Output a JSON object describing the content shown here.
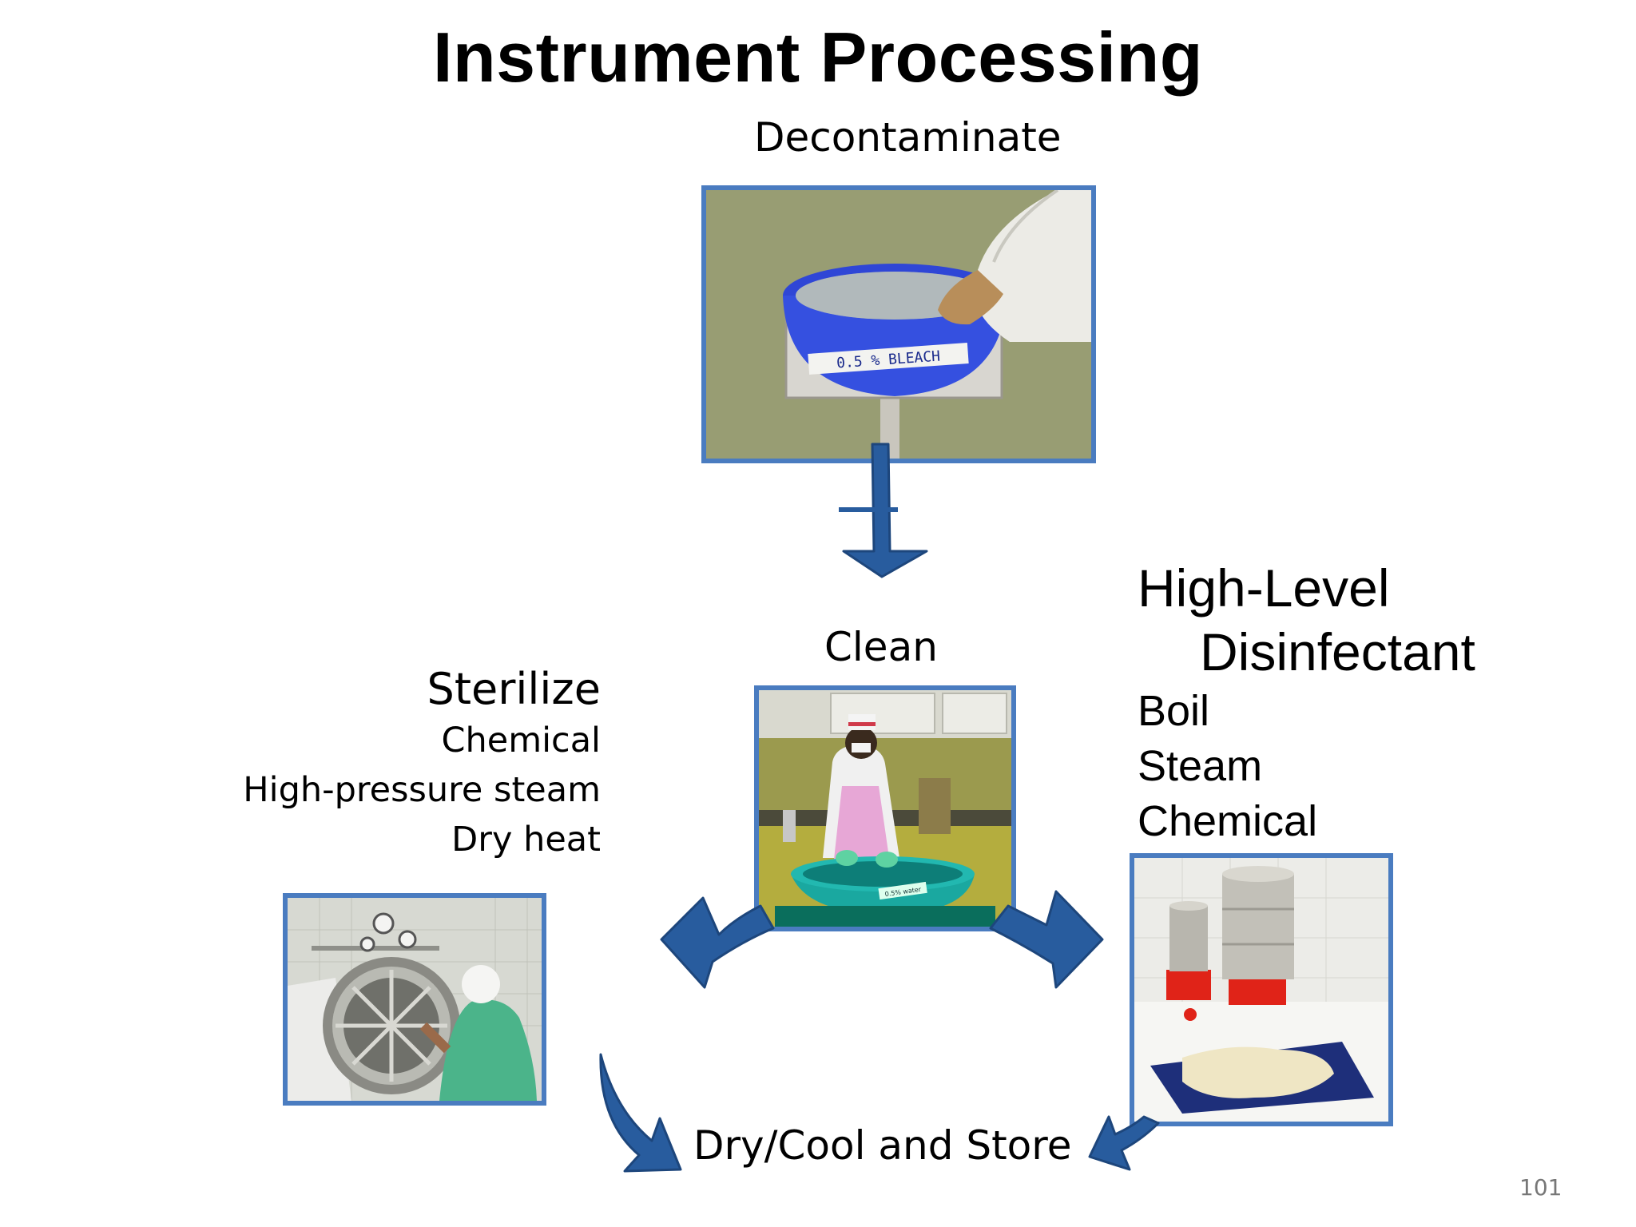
{
  "slide": {
    "title": "Instrument Processing",
    "page_number": "101"
  },
  "steps": {
    "decontaminate": {
      "label": "Decontaminate",
      "photo_caption": "0.5 % BLEACH"
    },
    "clean": {
      "label": "Clean",
      "photo_caption": "0.5% water"
    },
    "sterilize": {
      "heading": "Sterilize",
      "methods": [
        "Chemical",
        "High-pressure steam",
        "Dry heat"
      ]
    },
    "high_level_disinfectant": {
      "heading_line1": "High-Level",
      "heading_line2": "Disinfectant",
      "methods": [
        "Boil",
        "Steam",
        "Chemical"
      ]
    },
    "store": {
      "label": "Dry/Cool and Store"
    }
  },
  "colors": {
    "arrow_fill": "#285c9e",
    "arrow_stroke": "#1d467c",
    "photo_border": "#4a7cc0"
  }
}
